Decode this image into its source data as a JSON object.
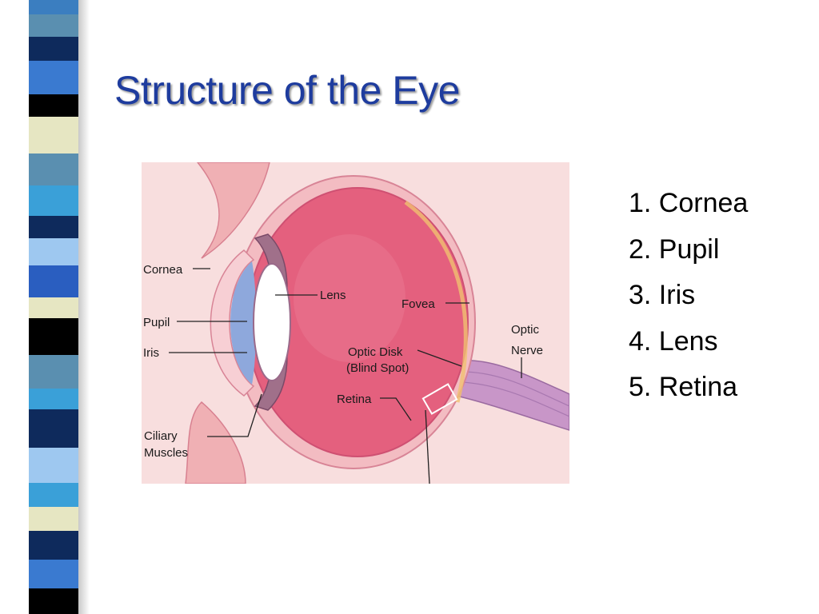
{
  "slide": {
    "title": "Structure of the Eye",
    "stripe_colors": [
      "#3b7ec0",
      "#1a3a7a",
      "#e8e8c0",
      "#5aa0d8",
      "#000000",
      "#9ec8f0",
      "#2a6ab0",
      "#d0e4f4",
      "#0e2a5c",
      "#f0f0d0"
    ],
    "list": [
      "1. Cornea",
      "2. Pupil",
      "3. Iris",
      "4. Lens",
      "5. Retina"
    ]
  },
  "diagram": {
    "labels": {
      "cornea": "Cornea",
      "pupil": "Pupil",
      "iris": "Iris",
      "ciliary_1": "Ciliary",
      "ciliary_2": "Muscles",
      "lens": "Lens",
      "fovea": "Fovea",
      "optic_disk_1": "Optic Disk",
      "optic_disk_2": "(Blind Spot)",
      "retina": "Retina",
      "optic_nerve_1": "Optic",
      "optic_nerve_2": "Nerve"
    }
  }
}
